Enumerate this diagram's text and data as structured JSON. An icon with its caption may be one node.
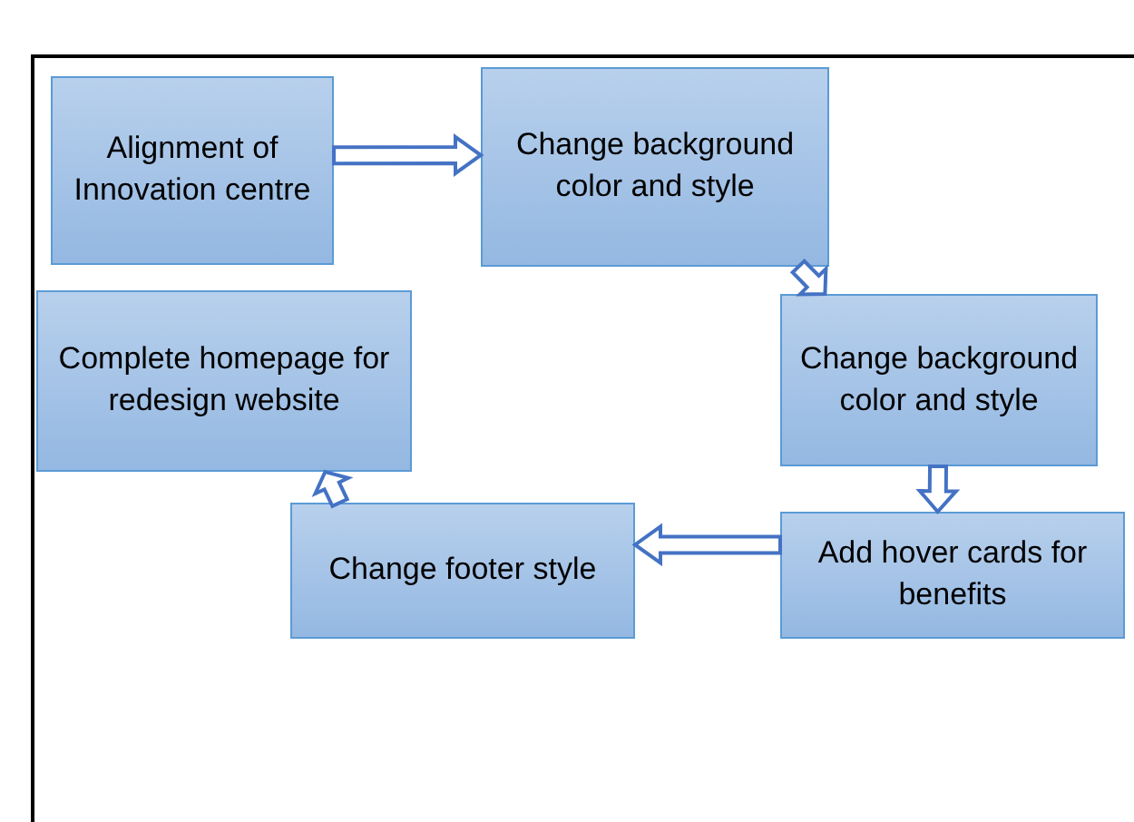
{
  "diagram": {
    "nodes": [
      {
        "text": [
          "Alignment of Innovation centre"
        ]
      },
      {
        "text": [
          "Change background color and style"
        ]
      },
      {
        "text": [
          "Change background color and style"
        ]
      },
      {
        "text": [
          "Add hover cards for benefits"
        ]
      },
      {
        "text": [
          "Change footer style"
        ]
      },
      {
        "text": [
          "Complete homepage for redesign website"
        ]
      }
    ],
    "edges": [
      {
        "from": 0,
        "to": 1,
        "arrow": "to"
      },
      {
        "from": 1,
        "to": 2,
        "arrow": "to"
      },
      {
        "from": 2,
        "to": 3,
        "arrow": "to"
      },
      {
        "from": 3,
        "to": 4,
        "arrow": "to"
      },
      {
        "from": 4,
        "to": 5,
        "arrow": "to"
      }
    ]
  }
}
